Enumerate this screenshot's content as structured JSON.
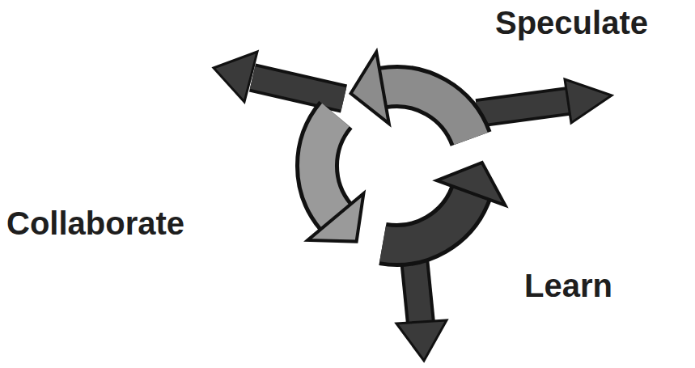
{
  "diagram": {
    "labels": [
      "Speculate",
      "Collaborate",
      "Learn"
    ]
  }
}
